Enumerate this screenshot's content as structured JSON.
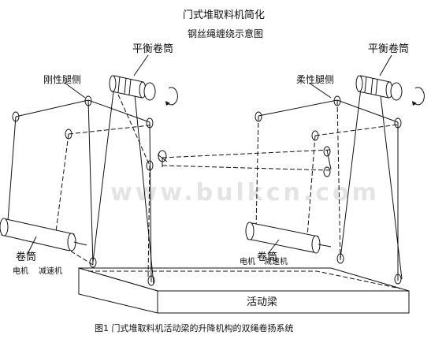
{
  "title": {
    "line1": "门式堆取料机简化",
    "line2": "钢丝绳缠绕示意图"
  },
  "labels": {
    "balance_drum_left": "平衡卷筒",
    "balance_drum_right": "平衡卷筒",
    "rigid_leg": "刚性腿侧",
    "flexible_leg": "柔性腿侧",
    "drum_left": "卷筒",
    "drum_right": "卷筒",
    "motor_left": "电机",
    "reducer_left": "减速机",
    "motor_right": "电机",
    "reducer_right": "减速机",
    "movable_beam": "活动梁"
  },
  "watermark": "www.bulkcn.com",
  "caption": "图1 门式堆取料机活动梁的升降机构的双绳卷扬系统",
  "colors": {
    "line": "#111111",
    "background": "#ffffff",
    "watermark": "#e4e4e4"
  }
}
